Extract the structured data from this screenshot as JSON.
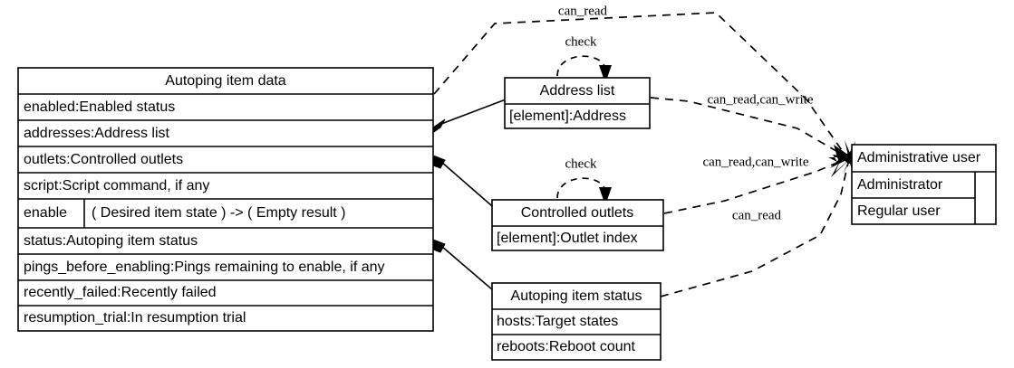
{
  "diagram": {
    "type": "uml-class-diagram",
    "background_color": "#ffffff",
    "line_color": "#000000",
    "classes": {
      "autoping_item_data": {
        "title": "Autoping item data",
        "fields": [
          "enabled:Enabled status",
          "addresses:Address list",
          "outlets:Controlled outlets",
          "script:Script command, if any"
        ],
        "methods": [
          {
            "name": "enable",
            "signature": "(   Desired item state   )    -> (   Empty result   )"
          }
        ],
        "fields_after_methods": [
          "status:Autoping item status",
          "pings_before_enabling:Pings remaining to enable, if any",
          "recently_failed:Recently failed",
          "resumption_trial:In resumption trial"
        ]
      },
      "address_list": {
        "title": "Address list",
        "fields": [
          "[element]:Address"
        ]
      },
      "controlled_outlets": {
        "title": "Controlled outlets",
        "fields": [
          "[element]:Outlet index"
        ]
      },
      "autoping_item_status": {
        "title": "Autoping item status",
        "fields": [
          "hosts:Target states",
          "reboots:Reboot count"
        ]
      },
      "administrative_user": {
        "title": "Administrative user",
        "fields": [
          "Administrator",
          "Regular user"
        ]
      }
    },
    "edge_labels": {
      "can_read_top": "can_read",
      "check_address_list": "check",
      "check_controlled_outlets": "check",
      "can_read_can_write_address": "can_read,can_write",
      "can_read_can_write_outlets": "can_read,can_write",
      "can_read_status": "can_read"
    }
  }
}
